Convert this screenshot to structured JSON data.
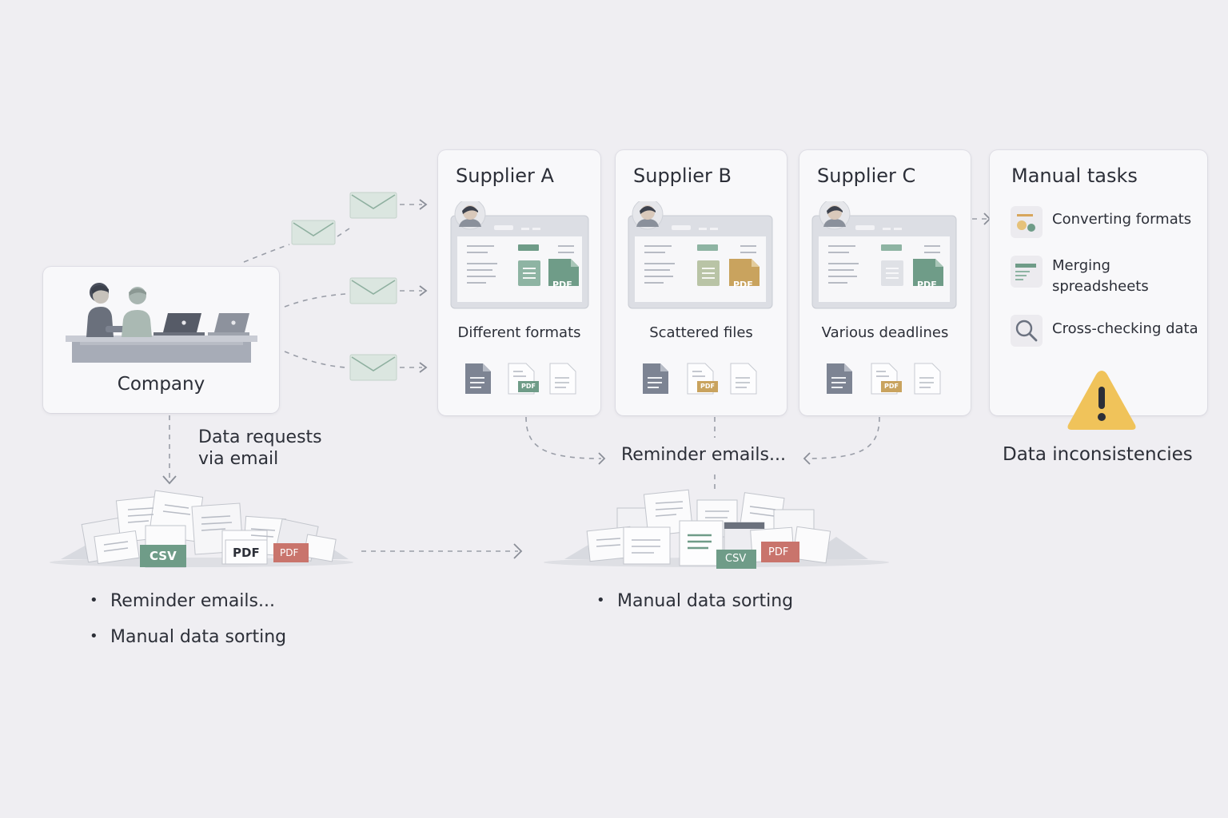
{
  "company": {
    "label": "Company"
  },
  "email_flow": {
    "caption_line1": "Data requests",
    "caption_line2": "via email"
  },
  "suppliers": [
    {
      "title": "Supplier A",
      "caption": "Different formats",
      "doc_tag": "PDF",
      "file_tag": "PDF",
      "accent": "#6f9c88"
    },
    {
      "title": "Supplier B",
      "caption": "Scattered files",
      "doc_tag": "PDF",
      "file_tag": "PDF",
      "accent": "#c9a35e"
    },
    {
      "title": "Supplier C",
      "caption": "Various deadlines",
      "doc_tag": "PDF",
      "file_tag": "PDF",
      "accent": "#6f9c88"
    }
  ],
  "manual_tasks": {
    "title": "Manual tasks",
    "items": [
      {
        "label": "Converting formats",
        "icon": "convert-icon"
      },
      {
        "label": "Merging\nspreadsheets",
        "icon": "spreadsheet-icon"
      },
      {
        "label": "Cross-checking data",
        "icon": "search-icon"
      }
    ]
  },
  "warning": {
    "label": "Data inconsistencies",
    "icon": "warning-icon",
    "color": "#f0c35a"
  },
  "reminder_center": {
    "label": "Reminder emails..."
  },
  "left_pile": {
    "csv_tag": "CSV",
    "pdf_tag": "PDF",
    "pdf_tag2": "PDF"
  },
  "right_pile": {
    "csv_tag": "CSV",
    "pdf_tag": "PDF"
  },
  "left_bullets": [
    "Reminder emails...",
    "Manual data sorting"
  ],
  "right_bullets": [
    "Manual data sorting"
  ],
  "colors": {
    "green": "#6f9c88",
    "red": "#c9746c",
    "gold": "#c9a35e",
    "slate": "#7d8493"
  }
}
